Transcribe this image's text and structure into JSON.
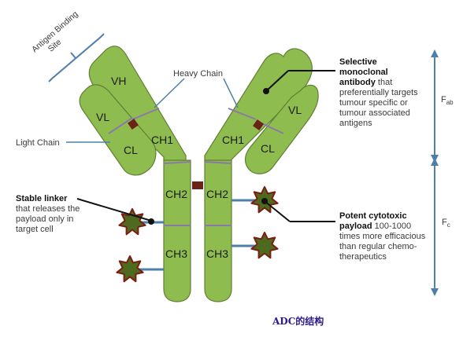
{
  "labels": {
    "antigen_binding_site": [
      "Antigen Binding",
      "Site"
    ],
    "heavy_chain": "Heavy Chain",
    "light_chain": "Light Chain",
    "vh": "VH",
    "vl": "VL",
    "cl": "CL",
    "ch1": "CH1",
    "ch2": "CH2",
    "ch3": "CH3",
    "fab": "F",
    "fab_sub": "ab",
    "fc": "F",
    "fc_sub": "c",
    "caption": "ADC的结构"
  },
  "annotations": {
    "antibody": {
      "bold_lines": [
        "Selective",
        "monoclonal",
        "antibody"
      ],
      "rest_inline": " that",
      "lines": [
        "preferentially targets",
        "tumour specific or",
        "tumour associated",
        "antigens"
      ]
    },
    "linker": {
      "bold": "Stable linker",
      "lines": [
        "that releases the",
        "payload only in",
        "target cell"
      ]
    },
    "payload": {
      "bold_lines": [
        "Potent cytotoxic",
        "payload"
      ],
      "rest_inline": " 100-1000",
      "lines": [
        "times more efficacious",
        "than regular chemo-",
        "therapeutics"
      ]
    }
  },
  "colors": {
    "domain_fill": "#8fbc4f",
    "domain_stroke": "#5f7f34",
    "disulfide": "#6b2318",
    "hinge_line": "#8a7aa8",
    "linker_line": "#4f7fa8",
    "payload_star": "#4d6a1e",
    "payload_edge": "#7a1e12",
    "arrow": "#4f7fa8",
    "caption": "#2b1a8c"
  }
}
